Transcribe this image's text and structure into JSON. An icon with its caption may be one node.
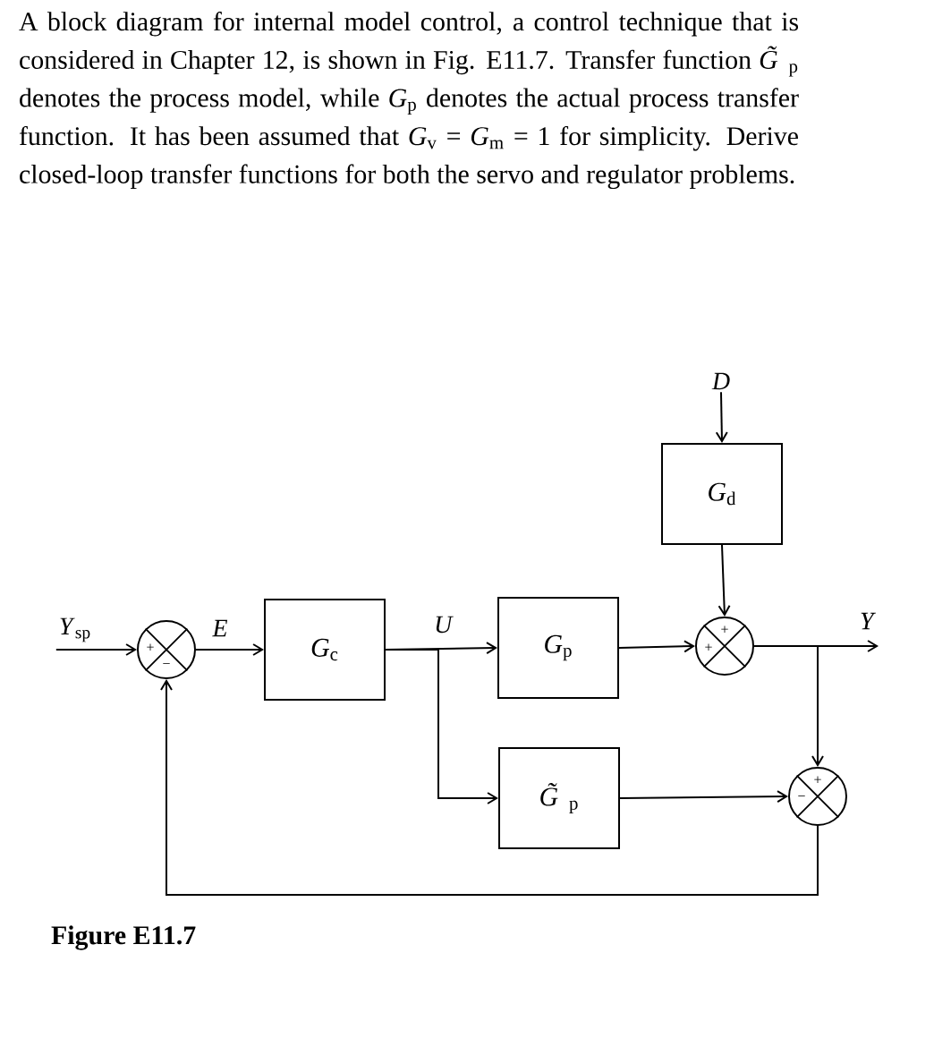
{
  "diagram": {
    "caption": "Figure E11.7",
    "nodes": [
      {
        "text": [
          "*Y*$_{sp}$"
        ]
      },
      {
        "text": [
          "+",
          "−"
        ]
      },
      {
        "text": [
          "*G*$_{c}$"
        ]
      },
      {
        "text": [
          "*G*$_{p}$"
        ]
      },
      {
        "text": [
          "*G*$_{d}$"
        ]
      },
      {
        "text": [
          "*D*"
        ]
      },
      {
        "text": [
          "+",
          "+"
        ]
      },
      {
        "text": [
          "*Y*"
        ]
      },
      {
        "text": [
          "*G̃*$_{p}$"
        ]
      },
      {
        "text": [
          "+",
          "−"
        ]
      }
    ],
    "edges": [
      {
        "from": 0,
        "to": 1,
        "arrow": "to"
      },
      {
        "from": 1,
        "to": 2,
        "arrow": "to",
        "label": "*E*"
      },
      {
        "from": 2,
        "to": 3,
        "arrow": "to",
        "label": "*U*"
      },
      {
        "from": 2,
        "to": 8,
        "arrow": "to"
      },
      {
        "from": 5,
        "to": 4,
        "arrow": "to"
      },
      {
        "from": 4,
        "to": 6,
        "arrow": "to"
      },
      {
        "from": 3,
        "to": 6,
        "arrow": "to"
      },
      {
        "from": 6,
        "to": 7,
        "arrow": "to"
      },
      {
        "from": 6,
        "to": 9,
        "arrow": "to"
      },
      {
        "from": 8,
        "to": 9,
        "arrow": "to"
      },
      {
        "from": 9,
        "to": 1,
        "arrow": "to"
      }
    ],
    "labels": [
      "A block diagram for internal model control, a control technique that is considered in Chapter 12, is shown in Fig. E11.7. Transfer function *G̃*$_{p}$ denotes the process model, while *G*$_{p}$ denotes the actual process transfer function. It has been assumed that *G*$_{v}$ = *G*$_{m}$ = 1 for simplicity. Derive closed-loop transfer functions for both the servo and regulator problems."
    ]
  }
}
